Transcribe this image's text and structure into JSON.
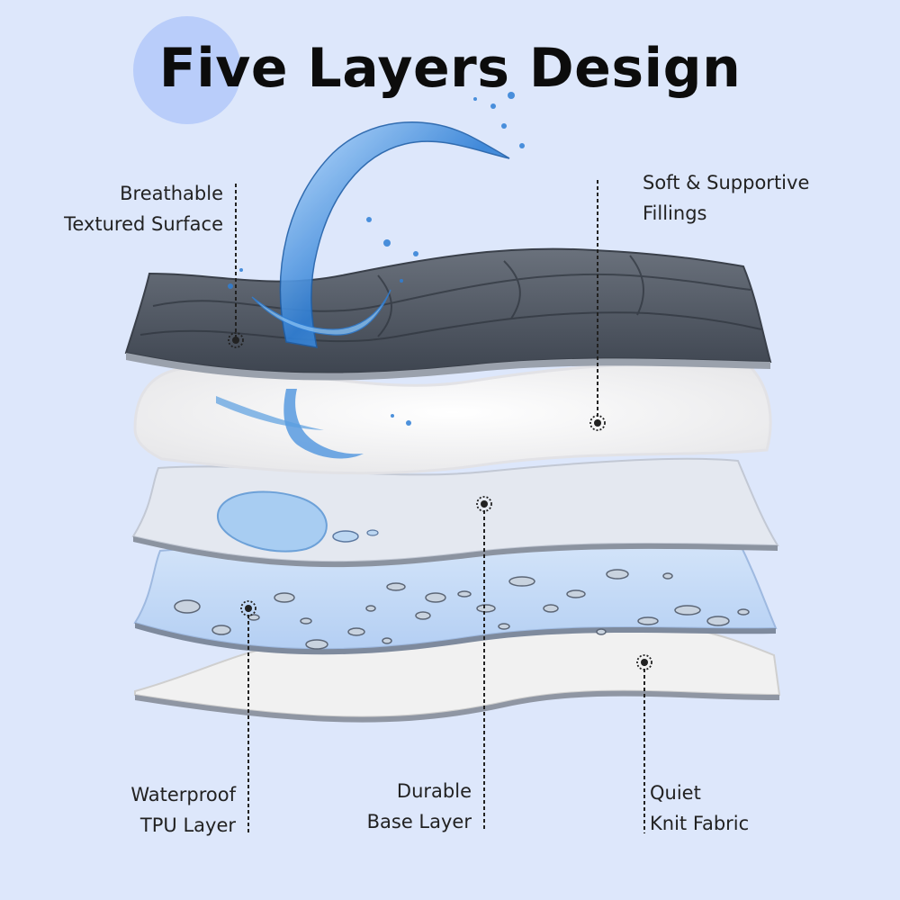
{
  "title": "Five Layers Design",
  "labels": {
    "breathable": {
      "line1": "Breathable",
      "line2": "Textured Surface"
    },
    "soft": {
      "line1": "Soft & Supportive",
      "line2": "Fillings"
    },
    "waterproof": {
      "line1": "Waterproof",
      "line2": "TPU Layer"
    },
    "durable": {
      "line1": "Durable",
      "line2": "Base Layer"
    },
    "quiet": {
      "line1": "Quiet",
      "line2": "Knit Fabric"
    }
  },
  "colors": {
    "background": "#dde7fb",
    "accent_circle": "#b9cdfa",
    "top_layer": "#4e5662",
    "filling_layer": "#f6f6f6",
    "base_layer": "#e4e8f0",
    "tpu_layer": "#c6dcf6",
    "knit_layer": "#f1f1f1",
    "water": "#2f7fd6"
  }
}
